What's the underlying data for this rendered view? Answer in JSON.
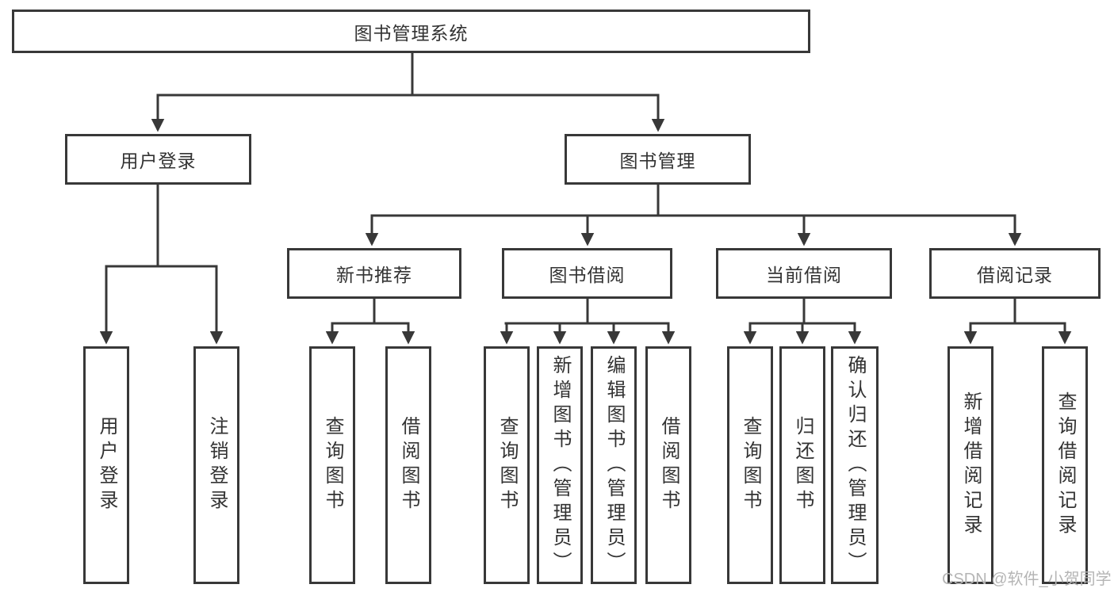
{
  "root": {
    "label": "图书管理系统"
  },
  "branches": [
    {
      "label": "用户登录",
      "leaves": [
        {
          "label": "用户登录"
        },
        {
          "label": "注销登录"
        }
      ]
    },
    {
      "label": "图书管理",
      "children": [
        {
          "label": "新书推荐",
          "leaves": [
            {
              "label": "查询图书"
            },
            {
              "label": "借阅图书"
            }
          ]
        },
        {
          "label": "图书借阅",
          "leaves": [
            {
              "label": "查询图书"
            },
            {
              "label": "新增图书（管理员）"
            },
            {
              "label": "编辑图书（管理员）"
            },
            {
              "label": "借阅图书"
            }
          ]
        },
        {
          "label": "当前借阅",
          "leaves": [
            {
              "label": "查询图书"
            },
            {
              "label": "归还图书"
            },
            {
              "label": "确认归还（管理员）"
            }
          ]
        },
        {
          "label": "借阅记录",
          "leaves": [
            {
              "label": "新增借阅记录"
            },
            {
              "label": "查询借阅记录"
            }
          ]
        }
      ]
    }
  ],
  "watermark": {
    "text": "CSDN @软件_小贺同学"
  },
  "colors": {
    "line": "#383838",
    "text": "#333333",
    "background": "#ffffff",
    "watermark": "#b5b5b5"
  }
}
